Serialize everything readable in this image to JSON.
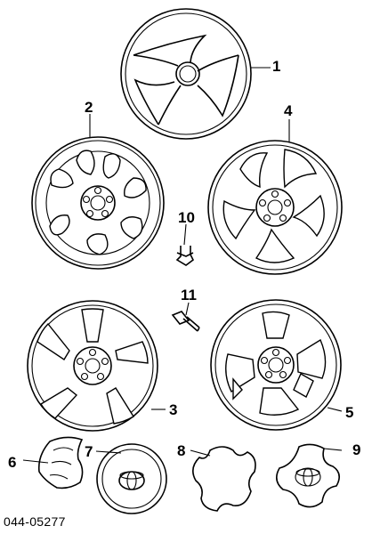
{
  "callouts": {
    "c1": "1",
    "c2": "2",
    "c3": "3",
    "c4": "4",
    "c5": "5",
    "c6": "6",
    "c7": "7",
    "c8": "8",
    "c9": "9",
    "c10": "10",
    "c11": "11"
  },
  "illustration_code": "044-05277",
  "colors": {
    "ink": "#000000",
    "paper": "#ffffff"
  }
}
